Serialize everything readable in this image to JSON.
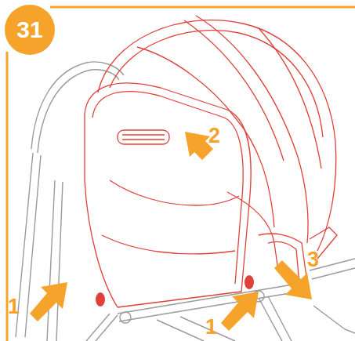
{
  "diagram": {
    "nodes": [
      {
        "text": [
          "31"
        ]
      }
    ],
    "labels": [
      "1",
      "2",
      "1",
      "3"
    ]
  }
}
